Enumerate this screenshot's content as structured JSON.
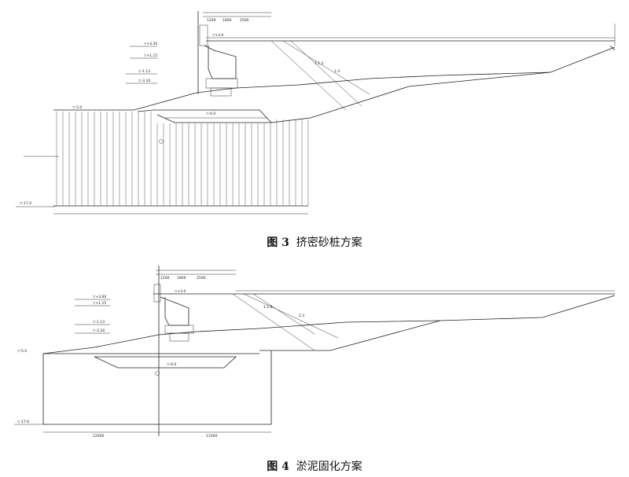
{
  "figures": [
    {
      "caption_number": "图 3",
      "caption_title": "挤密砂桩方案",
      "labels": {
        "elev_top": "▽+3.0",
        "elev_a": "▽+3.30",
        "elev_b": "▽+1.15",
        "elev_c": "▽-1.13",
        "elev_d": "▽-3.34",
        "elev_e": "▽-5.0",
        "elev_f": "▽-6.0",
        "elev_bottom": "▽-17.0",
        "slope_a": "1:1.5",
        "slope_b": "1:3",
        "dim_a": "1200",
        "dim_b": "1800",
        "dim_c": "2500"
      }
    },
    {
      "caption_number": "图 4",
      "caption_title": "淤泥固化方案",
      "labels": {
        "elev_top": "▽+3.0",
        "elev_a": "▽+3.00",
        "elev_b": "▽+1.15",
        "elev_c": "▽-1.13",
        "elev_d": "▽-3.34",
        "elev_e": "▽-5.0",
        "elev_f": "▽-6.0",
        "elev_bottom": "▽-17.6",
        "slope_a": "1:1.5",
        "slope_b": "1:3",
        "dim_a": "1200",
        "dim_b": "1800",
        "dim_c": "2500",
        "span_left": "12000",
        "span_right": "11000"
      }
    }
  ]
}
